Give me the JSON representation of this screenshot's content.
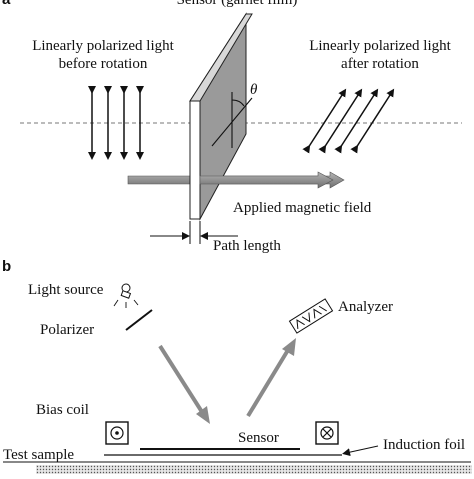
{
  "panel_a": {
    "letter": "a",
    "sensor_title": "Sensor (garnet film)",
    "before_line1": "Linearly polarized light",
    "before_line2": "before rotation",
    "after_line1": "Linearly polarized light",
    "after_line2": "after rotation",
    "angle_symbol": "θ",
    "field_label": "Applied magnetic field",
    "path_label": "Path length"
  },
  "panel_b": {
    "letter": "b",
    "light_source": "Light source",
    "polarizer": "Polarizer",
    "analyzer": "Analyzer",
    "bias_coil": "Bias coil",
    "sensor": "Sensor",
    "induction_foil": "Induction foil",
    "test_sample": "Test sample"
  },
  "icons": {
    "coil_left": "dot-in-square-icon",
    "coil_right": "cross-in-square-icon"
  },
  "colors": {
    "plate_face": "#9a9a9a",
    "arrow_gray": "#8a8a8a",
    "ink": "#111111"
  }
}
